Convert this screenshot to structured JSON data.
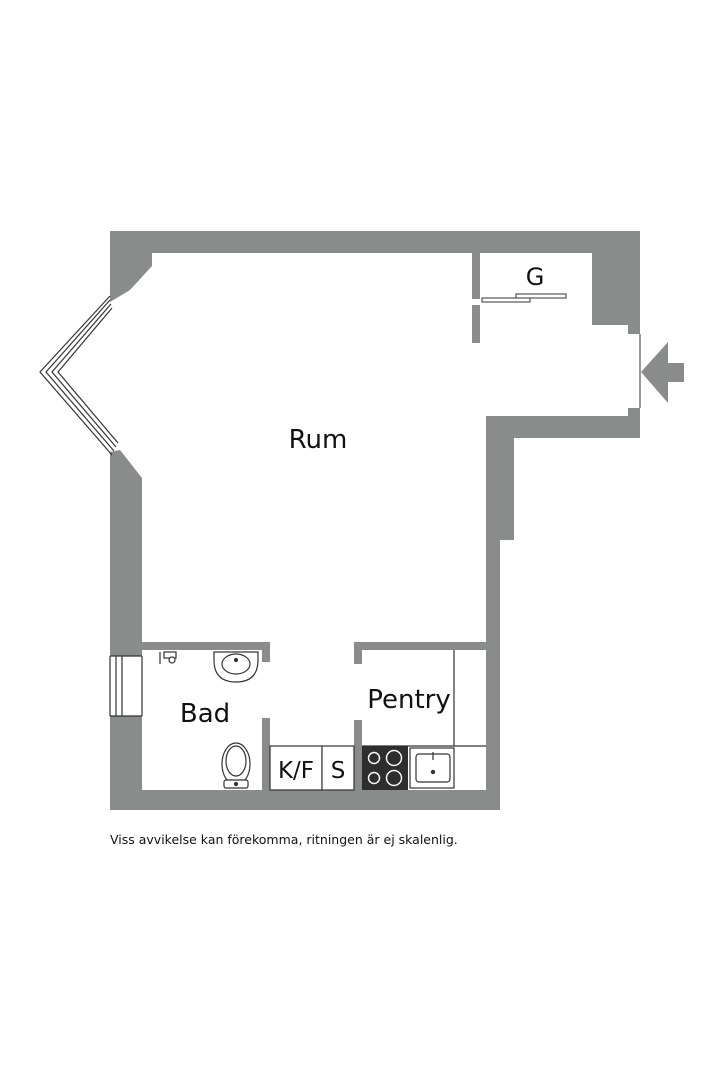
{
  "colors": {
    "wall": "#8a8c8c",
    "fixture_stroke": "#333333",
    "stove": "#2e2e2e",
    "background": "#ffffff"
  },
  "rooms": {
    "rum": "Rum",
    "garderob": "G",
    "bad": "Bad",
    "pentry": "Pentry",
    "kyl_frys": "K/F",
    "skap": "S"
  },
  "icons": {
    "entrance": "entrance-arrow-icon"
  },
  "disclaimer": "Viss avvikelse kan förekomma, ritningen är ej skalenlig."
}
